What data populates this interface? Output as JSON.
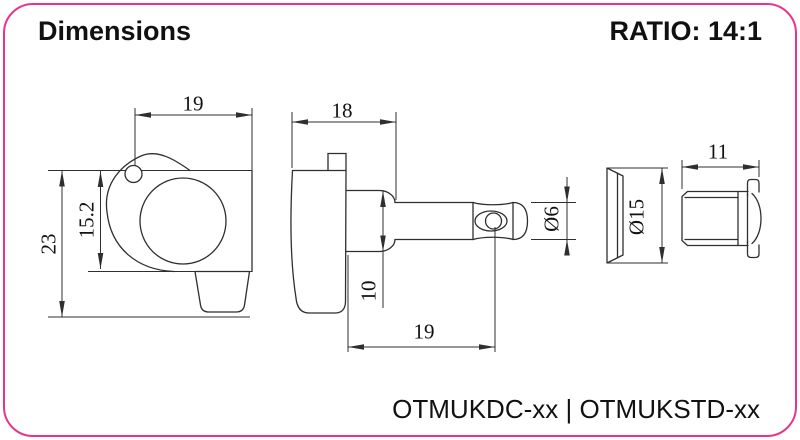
{
  "header": {
    "title": "Dimensions",
    "ratio": "RATIO: 14:1"
  },
  "footer": {
    "model_codes": "OTMUKDC-xx | OTMUKSTD-xx"
  },
  "views": {
    "front": {
      "description": "front view of tuning machine housing",
      "width": "19",
      "plate_height": "15.2",
      "total_height": "23"
    },
    "side": {
      "description": "side view of tuning machine with string post",
      "width": "18",
      "housing_height": "10",
      "post_length": "19",
      "post_diameter": "Ø6"
    },
    "bushing": {
      "description": "press-in bushing views",
      "flange_diameter": "Ø15",
      "length": "11"
    }
  },
  "colors": {
    "border": "#e9348b",
    "line": "#2f2f2f",
    "text": "#111111",
    "background": "#ffffff"
  }
}
